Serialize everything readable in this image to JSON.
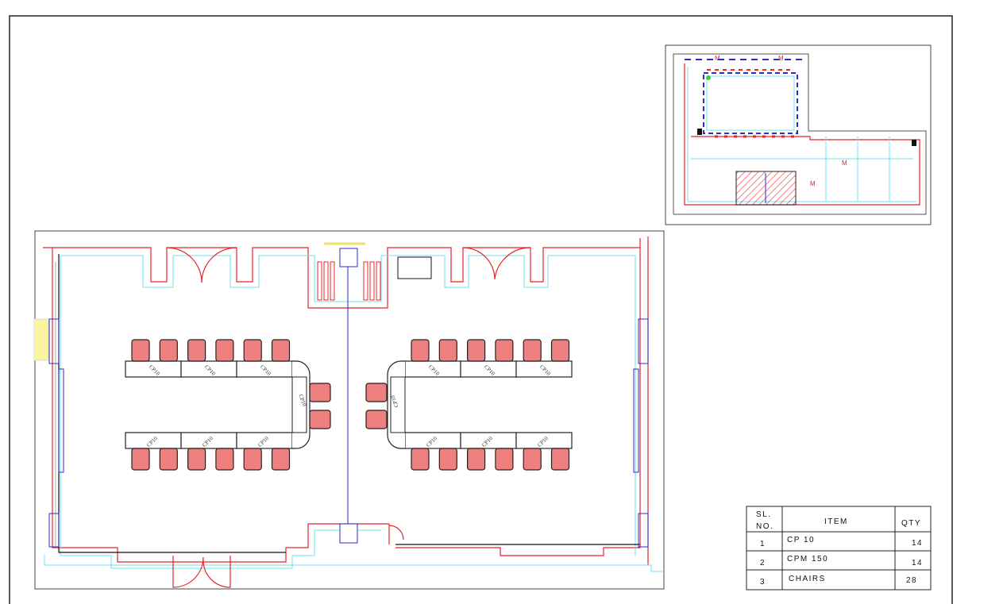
{
  "drawing": {
    "table_label": "CP10",
    "end_table_label": "CP 10",
    "colors": {
      "wall": "#e8232a",
      "inner": "#6fe3ee",
      "chair": "#ee7f7f",
      "axis": "#2b2bd0",
      "window": "#2b2bd0",
      "frame": "#222222"
    }
  },
  "key_plan": {
    "marker": "M"
  },
  "schedule": {
    "headers": {
      "sl": "SL.",
      "no": "NO.",
      "item": "ITEM",
      "qty": "QTY"
    },
    "rows": [
      {
        "sl": "1",
        "item": "CP 10",
        "qty": "14"
      },
      {
        "sl": "2",
        "item": "CPM 150",
        "qty": "14"
      },
      {
        "sl": "3",
        "item": "CHAIRS",
        "qty": "28"
      }
    ]
  }
}
